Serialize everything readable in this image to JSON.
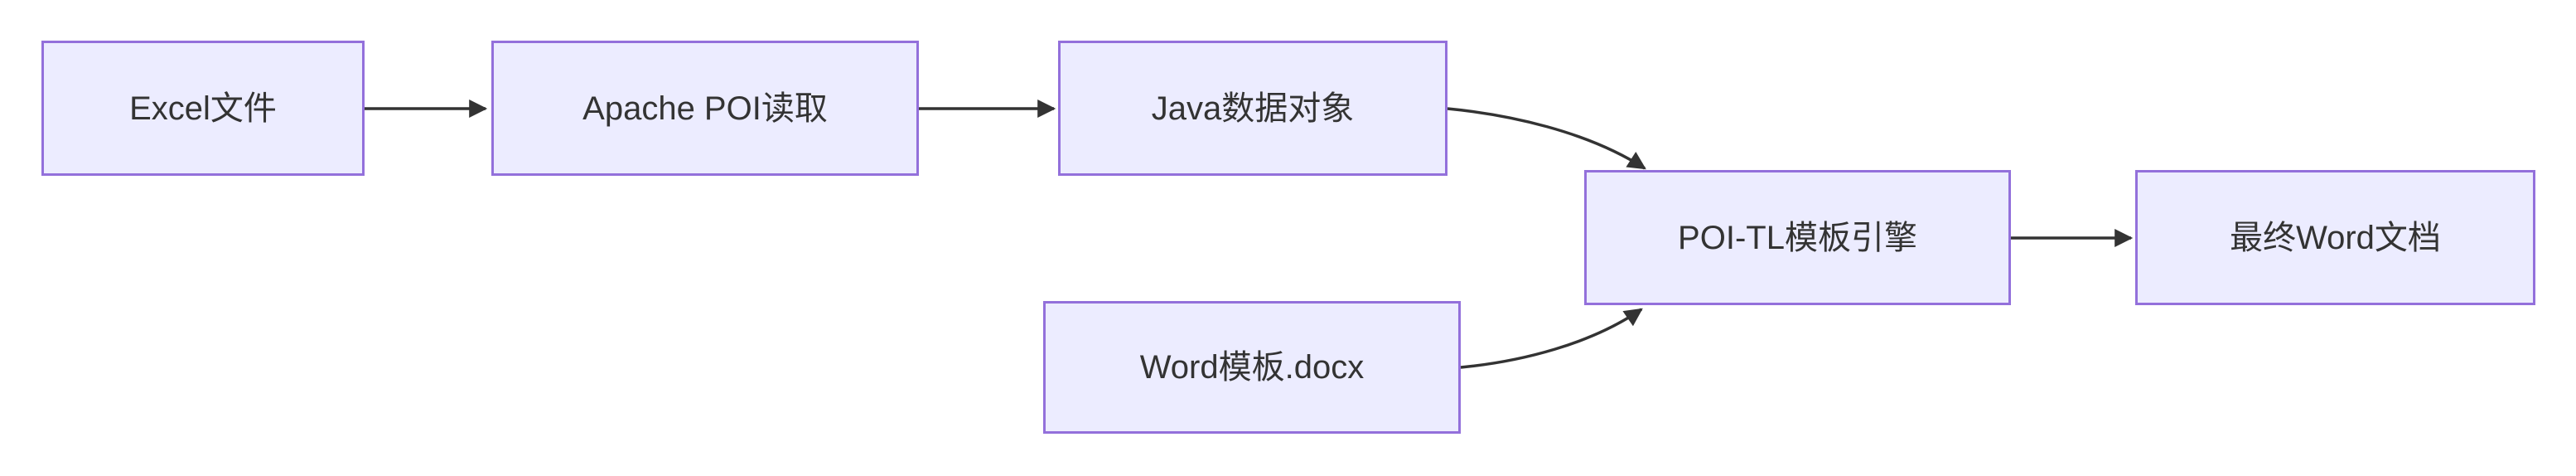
{
  "diagram": {
    "type": "flowchart",
    "direction": "left-to-right",
    "nodes": [
      {
        "id": "excel-file",
        "label": "Excel文件"
      },
      {
        "id": "apache-poi-read",
        "label": "Apache POI读取"
      },
      {
        "id": "java-data-object",
        "label": "Java数据对象"
      },
      {
        "id": "word-template-docx",
        "label": "Word模板.docx"
      },
      {
        "id": "poi-tl-engine",
        "label": "POI-TL模板引擎"
      },
      {
        "id": "final-word-doc",
        "label": "最终Word文档"
      }
    ],
    "edges": [
      {
        "from": "Excel文件",
        "to": "Apache POI读取",
        "style": "straight-arrow"
      },
      {
        "from": "Apache POI读取",
        "to": "Java数据对象",
        "style": "straight-arrow"
      },
      {
        "from": "Java数据对象",
        "to": "POI-TL模板引擎",
        "style": "curved-arrow"
      },
      {
        "from": "Word模板.docx",
        "to": "POI-TL模板引擎",
        "style": "curved-arrow"
      },
      {
        "from": "POI-TL模板引擎",
        "to": "最终Word文档",
        "style": "straight-arrow"
      }
    ],
    "colors": {
      "node_fill": "#ECECFF",
      "node_border": "#9370DB",
      "edge_line": "#333333",
      "label_text": "#333333",
      "background": "#FFFFFF"
    }
  }
}
